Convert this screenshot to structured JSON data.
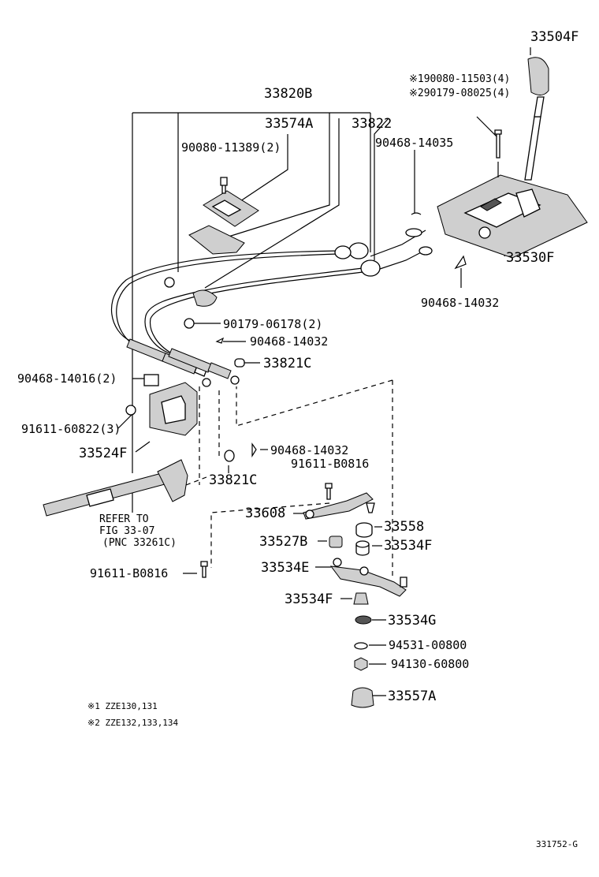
{
  "labels": {
    "p33504F": "33504F",
    "p19008011503": "※190080-11503(4)",
    "p29017908025": "※290179-08025(4)",
    "p33820B": "33820B",
    "p33574A": "33574A",
    "p33822": "33822",
    "p9008011389": "90080-11389(2)",
    "p9046814035": "90468-14035",
    "p33530F": "33530F",
    "p9046814032a": "90468-14032",
    "p9017906178": "90179-06178(2)",
    "p9046814032b": "90468-14032",
    "p33821Ca": "33821C",
    "p9046814016": "90468-14016(2)",
    "p9161160822": "91611-60822(3)",
    "p33524F": "33524F",
    "p9046814032c": "90468-14032",
    "p91611B0816a": "91611-B0816",
    "p33821Cb": "33821C",
    "p33608": "33608",
    "p33558": "33558",
    "p33527B": "33527B",
    "p33534Fa": "33534F",
    "p91611B0816b": "91611-B0816",
    "p33534E": "33534E",
    "p33534Fb": "33534F",
    "p33534G": "33534G",
    "p9453100800": "94531-00800",
    "p9413060800": "94130-60800",
    "p33557A": "33557A",
    "refer1": "REFER TO",
    "refer2": "FIG 33-07",
    "refer3": "(PNC 33261C)",
    "note1": "※1 ZZE130,131",
    "note2": "※2 ZZE132,133,134",
    "diagram_id": "331752-G"
  }
}
